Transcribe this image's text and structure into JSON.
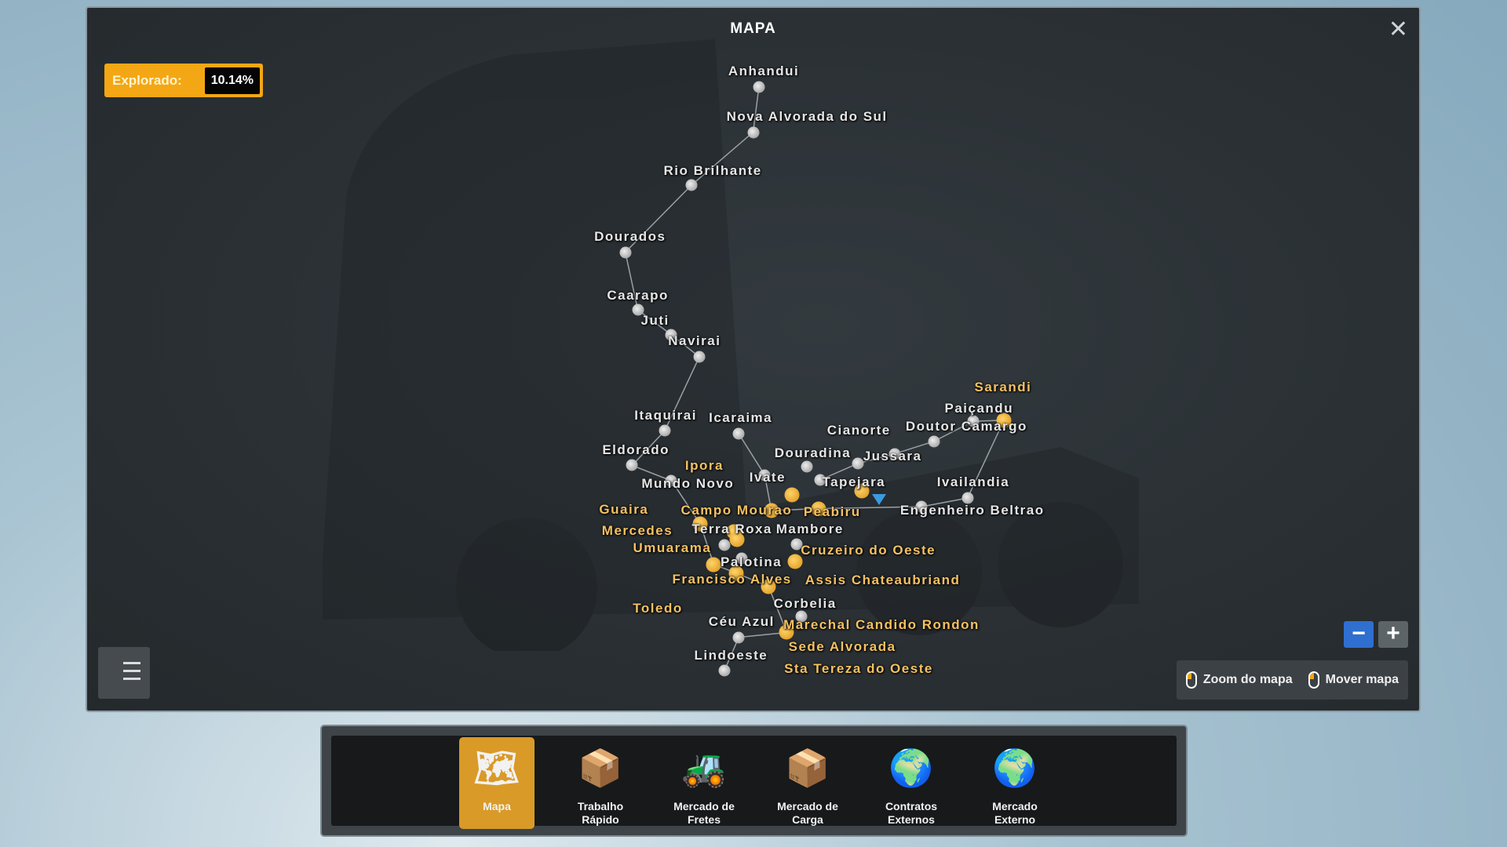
{
  "window": {
    "title": "MAPA",
    "close_icon": "close-icon"
  },
  "explored": {
    "label": "Explorado:",
    "value": "10.14%",
    "progress": 10.14
  },
  "cities": [
    {
      "name": "Anhandui",
      "explored": false
    },
    {
      "name": "Nova Alvorada do Sul",
      "explored": false
    },
    {
      "name": "Rio Brilhante",
      "explored": false
    },
    {
      "name": "Dourados",
      "explored": false
    },
    {
      "name": "Caarapo",
      "explored": false
    },
    {
      "name": "Juti",
      "explored": false
    },
    {
      "name": "Navirai",
      "explored": false
    },
    {
      "name": "Itaquirai",
      "explored": false
    },
    {
      "name": "Icaraima",
      "explored": false
    },
    {
      "name": "Eldorado",
      "explored": false
    },
    {
      "name": "Mundo Novo",
      "explored": false
    },
    {
      "name": "Douradina",
      "explored": false
    },
    {
      "name": "Ivate",
      "explored": false
    },
    {
      "name": "Cianorte",
      "explored": false
    },
    {
      "name": "Tapejara",
      "explored": false
    },
    {
      "name": "Jussara",
      "explored": false
    },
    {
      "name": "Doutor Camargo",
      "explored": false
    },
    {
      "name": "Paiçandu",
      "explored": false
    },
    {
      "name": "Ivailandia",
      "explored": false
    },
    {
      "name": "Engenheiro Beltrao",
      "explored": false
    },
    {
      "name": "Terra Roxa",
      "explored": false
    },
    {
      "name": "Mambore",
      "explored": false
    },
    {
      "name": "Palotina",
      "explored": false
    },
    {
      "name": "Céu Azul",
      "explored": false
    },
    {
      "name": "Lindoeste",
      "explored": false
    },
    {
      "name": "Corbelia",
      "explored": false
    },
    {
      "name": "Sarandi",
      "explored": true
    },
    {
      "name": "Peabiru",
      "explored": true
    },
    {
      "name": "Cruzeiro do Oeste",
      "explored": true
    },
    {
      "name": "Campo Mourao",
      "explored": true
    },
    {
      "name": "Umuarama",
      "explored": true
    },
    {
      "name": "Guaira",
      "explored": true
    },
    {
      "name": "Ipora",
      "explored": true
    },
    {
      "name": "Francisco Alves",
      "explored": true
    },
    {
      "name": "Mercedes",
      "explored": true
    },
    {
      "name": "Assis Chateaubriand",
      "explored": true
    },
    {
      "name": "Marechal Candido Rondon",
      "explored": true
    },
    {
      "name": "Toledo",
      "explored": true
    },
    {
      "name": "Sede Alvorada",
      "explored": true
    },
    {
      "name": "Sta Tereza do Oeste",
      "explored": true
    }
  ],
  "controls": {
    "zoom_out": "−",
    "zoom_in": "+",
    "hint_zoom": "Zoom do mapa",
    "hint_move": "Mover mapa"
  },
  "tabs": [
    {
      "label1": "Mapa",
      "label2": "",
      "icon": "europe-map-icon",
      "active": true
    },
    {
      "label1": "Trabalho",
      "label2": "Rápido",
      "icon": "quick-job-icon",
      "active": false
    },
    {
      "label1": "Mercado de",
      "label2": "Fretes",
      "icon": "forklift-icon",
      "active": false
    },
    {
      "label1": "Mercado de",
      "label2": "Carga",
      "icon": "cargo-market-icon",
      "active": false
    },
    {
      "label1": "Contratos",
      "label2": "Externos",
      "icon": "globe-contracts-icon",
      "active": false
    },
    {
      "label1": "Mercado",
      "label2": "Externo",
      "icon": "globe-market-icon",
      "active": false
    }
  ],
  "colors": {
    "accent": "#f4a714",
    "explored_city": "#f6c262",
    "zoom_active": "#2f6fd0"
  }
}
